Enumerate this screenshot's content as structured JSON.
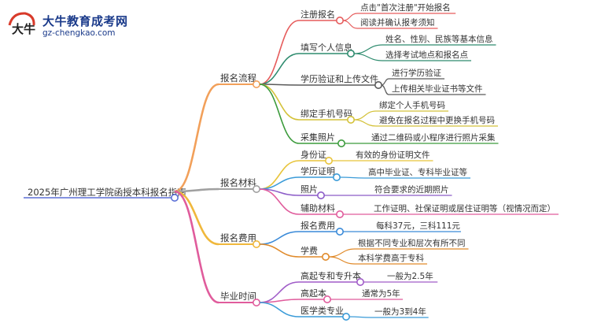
{
  "logo": {
    "badge_text": "大牛",
    "brand_text": "大牛教育成考网",
    "url_text": "gz-chengkao.com"
  },
  "colors": {
    "root": "#5b6fd6",
    "process": "#f2a05a",
    "branch_register": "#e65c5c",
    "branch_info": "#2e8b6e",
    "branch_upload": "#5a5a5a",
    "branch_phone": "#d4c23a",
    "branch_photo": "#3c9b3c",
    "materials": "#a0a0a0",
    "fees": "#f0b83c",
    "grad": "#e05c9c"
  },
  "root": {
    "label": "2025年广州理工学院函授本科报名指南"
  },
  "sections": [
    {
      "label": "报名流程",
      "children": [
        {
          "label": "注册报名",
          "leaves": [
            "点击\"首次注册\"开始报名",
            "阅读并确认报考须知"
          ]
        },
        {
          "label": "填写个人信息",
          "leaves": [
            "姓名、性别、民族等基本信息",
            "选择考试地点和报名点"
          ]
        },
        {
          "label": "学历验证和上传文件",
          "leaves": [
            "进行学历验证",
            "上传相关毕业证书等文件"
          ]
        },
        {
          "label": "绑定手机号码",
          "leaves": [
            "绑定个人手机号码",
            "避免在报名过程中更换手机号码"
          ]
        },
        {
          "label": "采集照片",
          "leaves": [
            "通过二维码或小程序进行照片采集"
          ]
        }
      ]
    },
    {
      "label": "报名材料",
      "children": [
        {
          "label": "身份证",
          "leaves": [
            "有效的身份证明文件"
          ]
        },
        {
          "label": "学历证明",
          "leaves": [
            "高中毕业证、专科毕业证等"
          ]
        },
        {
          "label": "照片",
          "leaves": [
            "符合要求的近期照片"
          ]
        },
        {
          "label": "辅助材料",
          "leaves": [
            "工作证明、社保证明或居住证明等（视情况而定）"
          ]
        }
      ]
    },
    {
      "label": "报名费用",
      "children": [
        {
          "label": "报名费用",
          "leaves": [
            "每科37元，三科111元"
          ]
        },
        {
          "label": "学费",
          "leaves": [
            "根据不同专业和层次有所不同",
            "本科学费高于专科"
          ]
        }
      ]
    },
    {
      "label": "毕业时间",
      "children": [
        {
          "label": "高起专和专升本",
          "leaves": [
            "一般为2.5年"
          ]
        },
        {
          "label": "高起本",
          "leaves": [
            "通常为5年"
          ]
        },
        {
          "label": "医学类专业",
          "leaves": [
            "一般为3到4年"
          ]
        }
      ]
    }
  ]
}
